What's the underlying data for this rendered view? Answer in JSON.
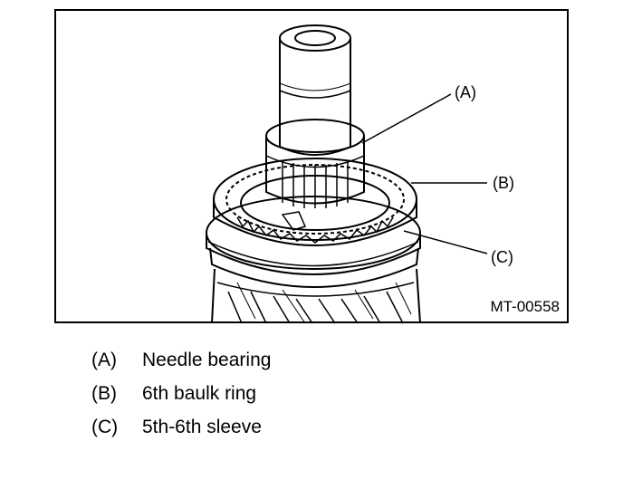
{
  "figure": {
    "code": "MT-00558",
    "callouts": [
      {
        "key": "(A)"
      },
      {
        "key": "(B)"
      },
      {
        "key": "(C)"
      }
    ]
  },
  "legend": [
    {
      "key": "(A)",
      "text": "Needle bearing"
    },
    {
      "key": "(B)",
      "text": "6th baulk ring"
    },
    {
      "key": "(C)",
      "text": "5th-6th sleeve"
    }
  ],
  "colors": {
    "line": "#000000",
    "background": "#ffffff"
  }
}
